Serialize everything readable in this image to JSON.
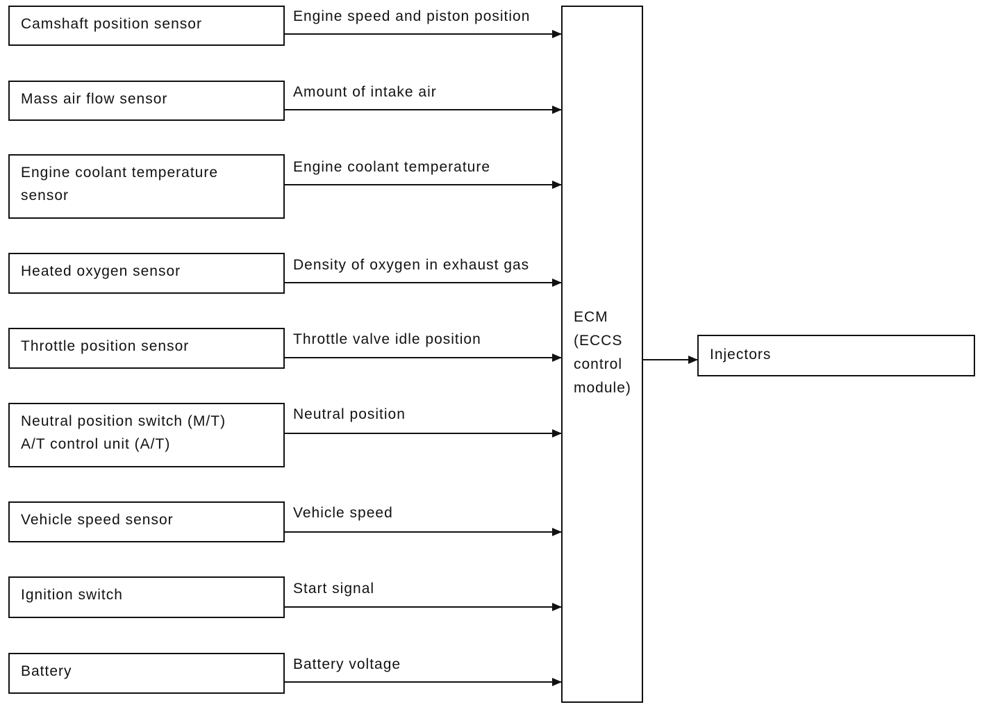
{
  "diagram": {
    "inputs": [
      {
        "sensor": "Camshaft position sensor",
        "signal": "Engine speed and piston position"
      },
      {
        "sensor": "Mass air flow sensor",
        "signal": "Amount of intake air"
      },
      {
        "sensor": "Engine coolant temperature\nsensor",
        "signal": "Engine coolant temperature"
      },
      {
        "sensor": "Heated oxygen sensor",
        "signal": "Density of oxygen in exhaust gas"
      },
      {
        "sensor": "Throttle position sensor",
        "signal": "Throttle valve idle position"
      },
      {
        "sensor": "Neutral position switch (M/T)\nA/T control unit (A/T)",
        "signal": "Neutral position"
      },
      {
        "sensor": "Vehicle speed sensor",
        "signal": "Vehicle speed"
      },
      {
        "sensor": "Ignition switch",
        "signal": "Start signal"
      },
      {
        "sensor": "Battery",
        "signal": "Battery voltage"
      }
    ],
    "controller": "ECM\n(ECCS\ncontrol\nmodule)",
    "output": "Injectors"
  },
  "colors": {
    "line": "#111111",
    "background": "#ffffff"
  }
}
